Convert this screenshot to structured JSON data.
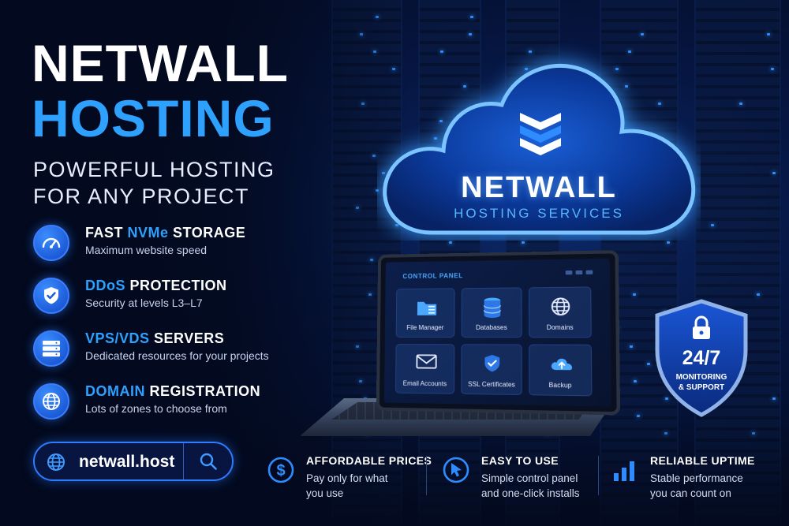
{
  "headline": {
    "line1": "NETWALL",
    "line2": "HOSTING",
    "tagline_line1": "POWERFUL HOSTING",
    "tagline_line2": "FOR ANY PROJECT"
  },
  "features": [
    {
      "title_plain": "FAST ",
      "title_highlight": "NVMe",
      "title_rest": " STORAGE",
      "desc": "Maximum website speed",
      "icon": "speedometer-icon"
    },
    {
      "title_plain": "",
      "title_highlight": "DDoS",
      "title_rest": " PROTECTION",
      "desc": "Security at levels L3–L7",
      "icon": "shield-check-icon"
    },
    {
      "title_plain": "",
      "title_highlight": "VPS/VDS",
      "title_rest": " SERVERS",
      "desc": "Dedicated resources for your projects",
      "icon": "server-icon"
    },
    {
      "title_plain": "",
      "title_highlight": "DOMAIN",
      "title_rest": " REGISTRATION",
      "desc": "Lots of zones to choose from",
      "icon": "globe-icon"
    }
  ],
  "url_bar": {
    "text": "netwall.host",
    "icon_left": "globe-icon",
    "icon_right": "search-icon"
  },
  "cloud": {
    "name": "NETWALL",
    "subtitle": "HOSTING SERVICES"
  },
  "control_panel": {
    "title": "CONTROL PANEL",
    "tiles": [
      {
        "label": "File Manager",
        "icon": "folder-icon"
      },
      {
        "label": "Databases",
        "icon": "database-icon"
      },
      {
        "label": "Domains",
        "icon": "globe-icon"
      },
      {
        "label": "Email Accounts",
        "icon": "envelope-icon"
      },
      {
        "label": "SSL Certificates",
        "icon": "certificate-icon"
      },
      {
        "label": "Backup",
        "icon": "cloud-backup-icon"
      }
    ]
  },
  "badge": {
    "big": "24/7",
    "line1": "MONITORING",
    "line2": "& SUPPORT",
    "icon": "lock-icon"
  },
  "perks": [
    {
      "title": "AFFORDABLE PRICES",
      "desc1": "Pay only for what",
      "desc2": "you use",
      "icon": "dollar-icon"
    },
    {
      "title": "EASY TO USE",
      "desc1": "Simple control panel",
      "desc2": "and one-click installs",
      "icon": "cursor-icon"
    },
    {
      "title": "RELIABLE UPTIME",
      "desc1": "Stable performance",
      "desc2": "you can count on",
      "icon": "bar-chart-icon"
    }
  ],
  "colors": {
    "accent": "#2ea1ff",
    "background": "#030a1f",
    "icon_blue": "#1f6bff"
  }
}
